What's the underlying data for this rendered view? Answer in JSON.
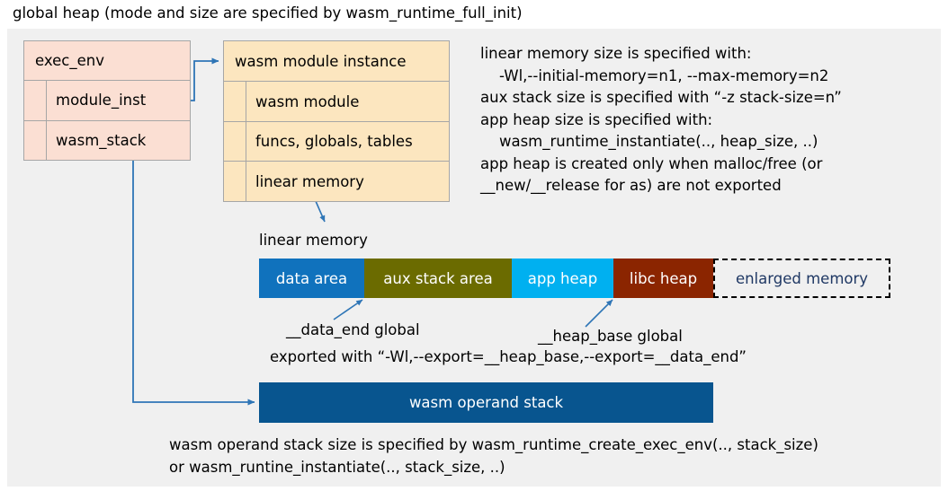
{
  "title": "global heap (mode and size are specified by wasm_runtime_full_init)",
  "exec_env_box": {
    "header": "exec_env",
    "rows": [
      {
        "label": "module_inst"
      },
      {
        "label": "wasm_stack"
      }
    ],
    "fill": "#fbdfd3"
  },
  "module_instance_box": {
    "header": "wasm module instance",
    "rows": [
      {
        "label": "wasm module"
      },
      {
        "label": "funcs, globals, tables"
      },
      {
        "label": "linear memory"
      }
    ],
    "fill": "#fce6bf"
  },
  "linear_memory_notes": "linear memory size is specified with:\n    -Wl,--initial-memory=n1, --max-memory=n2\naux stack size is specified with “-z stack-size=n”\napp heap size is specified with:\n    wasm_runtime_instantiate(.., heap_size, ..)\napp heap is created only when malloc/free (or\n__new/__release for as) are not exported",
  "linear_memory_caption": "linear memory",
  "memory_bar": {
    "segments": [
      {
        "label": "data area",
        "color": "#1072bd",
        "width": 117,
        "style": "solid"
      },
      {
        "label": "aux stack area",
        "color": "#6b6b00",
        "width": 164,
        "style": "solid"
      },
      {
        "label": "app heap",
        "color": "#00b0f0",
        "width": 113,
        "style": "solid"
      },
      {
        "label": "libc heap",
        "color": "#8b2500",
        "width": 111,
        "style": "solid"
      },
      {
        "label": "enlarged memory",
        "color": "#f0f0f0",
        "width": 197,
        "style": "dashed"
      }
    ]
  },
  "annotations": {
    "data_end": "__data_end global",
    "heap_base": "__heap_base global",
    "export_note": "exported with “-Wl,--export=__heap_base,--export=__data_end”"
  },
  "operand_stack": {
    "label": "wasm operand stack",
    "color": "#08558f",
    "notes": "wasm operand stack size is specified by wasm_runtime_create_exec_env(.., stack_size)\nor wasm_runtine_instantiate(.., stack_size, ..)"
  },
  "colors": {
    "backdrop": "#f0f0f0",
    "connector": "#2e75b6",
    "box_border": "#a6a6a6",
    "enlarged_memory_text": "#1f3864"
  }
}
